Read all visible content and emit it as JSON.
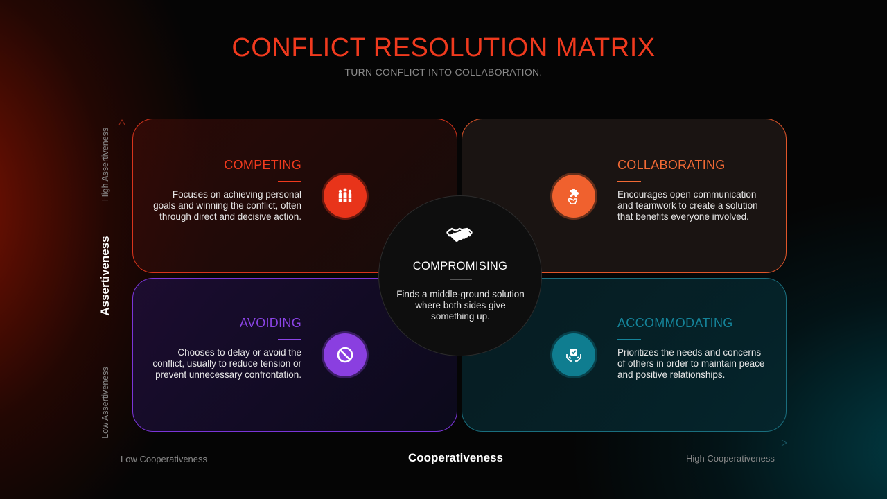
{
  "header": {
    "title": "CONFLICT RESOLUTION MATRIX",
    "subtitle": "TURN CONFLICT INTO COLLABORATION."
  },
  "axes": {
    "y_label": "Assertiveness",
    "y_high": "High Assertiveness",
    "y_low": "Low Assertiveness",
    "x_label": "Cooperativeness",
    "x_low": "Low Cooperativeness",
    "x_high": "High Cooperativeness"
  },
  "quadrants": {
    "competing": {
      "title": "COMPETING",
      "description": "Focuses on achieving personal goals and winning the conflict, often through direct and decisive action.",
      "color": "#f03a1e",
      "icon": "people-group-icon"
    },
    "collaborating": {
      "title": "COLLABORATING",
      "description": "Encourages open communication and teamwork to create a solution that benefits everyone involved.",
      "color": "#f26a35",
      "icon": "hand-puzzle-icon"
    },
    "avoiding": {
      "title": "AVOIDING",
      "description": "Chooses to delay or avoid the conflict, usually to reduce tension or prevent unnecessary confrontation.",
      "color": "#8b44e6",
      "icon": "prohibited-icon"
    },
    "accommodating": {
      "title": "ACCOMMODATING",
      "description": "Prioritizes the needs and concerns of others in order to maintain peace and positive relationships.",
      "color": "#15849a",
      "icon": "hands-check-icon"
    }
  },
  "center": {
    "title": "COMPROMISING",
    "description": "Finds a middle-ground solution where both sides give something up.",
    "icon": "handshake-icon"
  }
}
